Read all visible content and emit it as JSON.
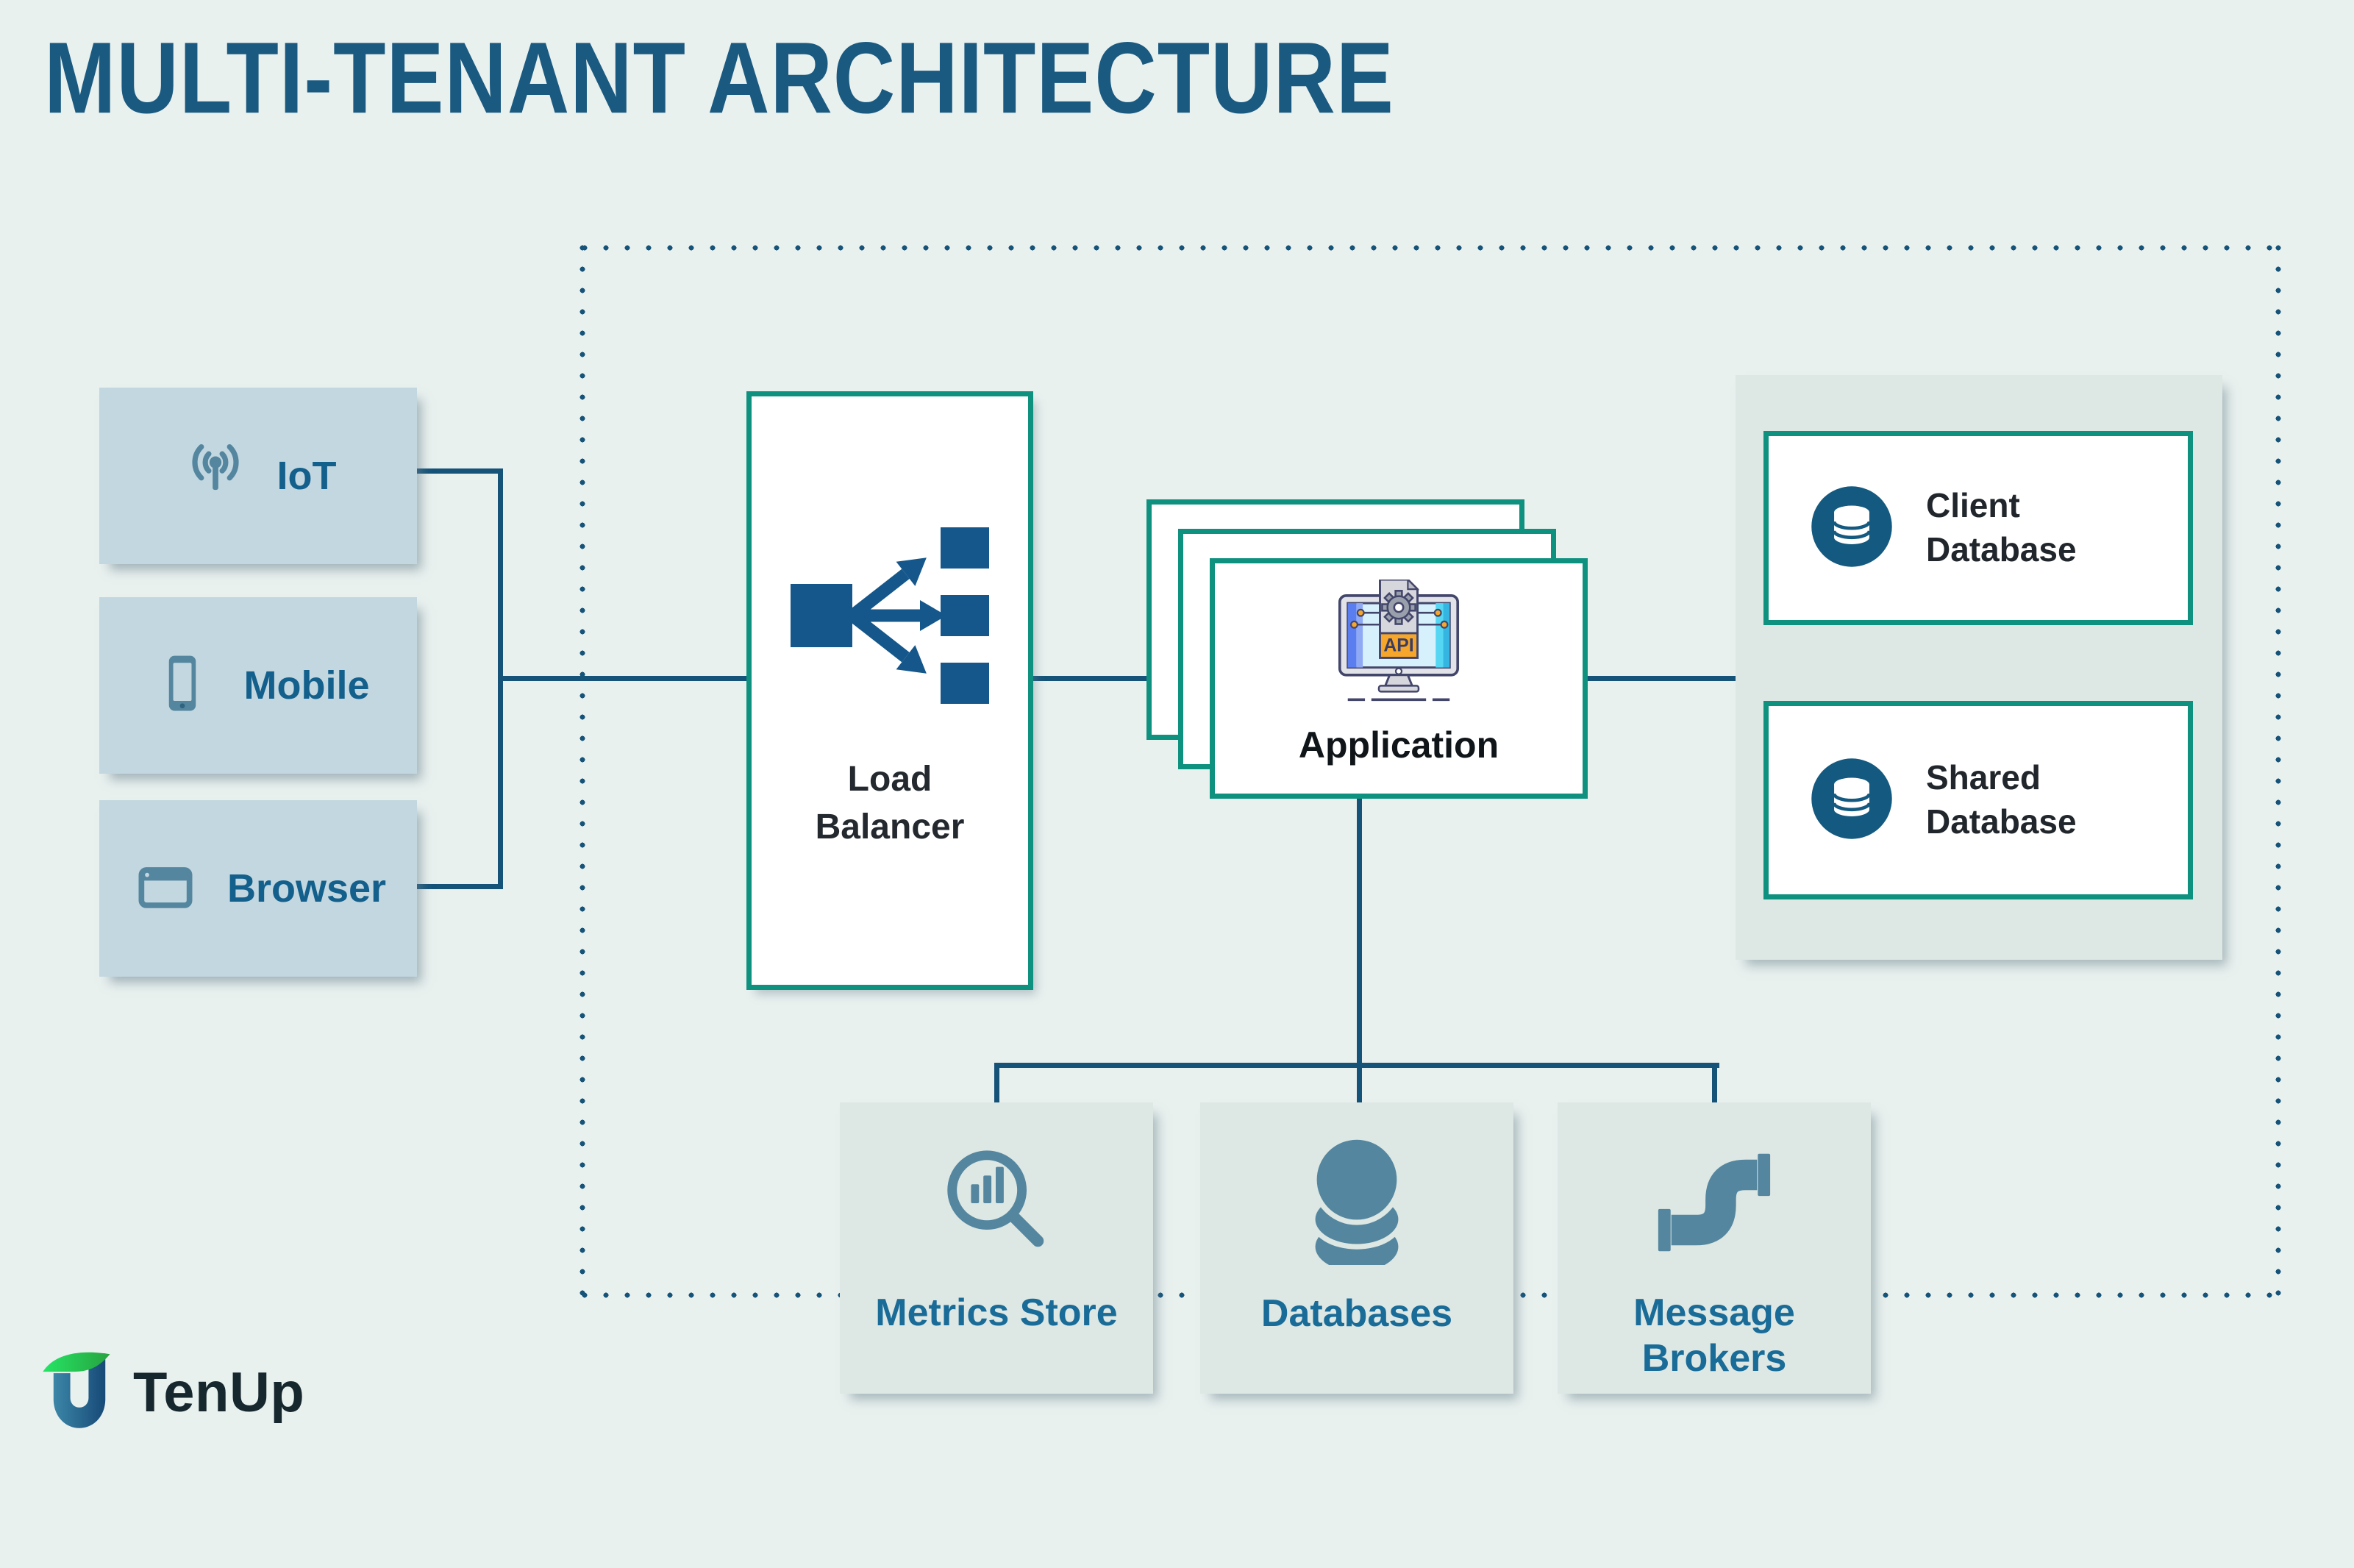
{
  "title": "MULTI-TENANT ARCHITECTURE",
  "clients": [
    {
      "label": "IoT",
      "icon": "iot-antenna-icon"
    },
    {
      "label": "Mobile",
      "icon": "mobile-phone-icon"
    },
    {
      "label": "Browser",
      "icon": "browser-window-icon"
    }
  ],
  "load_balancer": {
    "label": "Load\nBalancer",
    "icon": "load-balancer-icon"
  },
  "application": {
    "label": "Application",
    "icon": "api-monitor-icon",
    "api_badge": "API"
  },
  "database_panel": {
    "items": [
      {
        "label": "Client\nDatabase",
        "icon": "database-cylinder-icon"
      },
      {
        "label": "Shared\nDatabase",
        "icon": "database-cylinder-icon"
      }
    ]
  },
  "bottom_nodes": [
    {
      "label": "Metrics Store",
      "icon": "metrics-magnifier-icon"
    },
    {
      "label": "Databases",
      "icon": "database-stack-icon"
    },
    {
      "label": "Message\nBrokers",
      "icon": "pipeline-icon"
    }
  ],
  "logo": {
    "text": "TenUp",
    "icon": "tenup-logo-mark"
  },
  "colors": {
    "background": "#e9f1ef",
    "title_text": "#1b5a80",
    "connector": "#155379",
    "node_border_green": "#0f9180",
    "client_box_fill": "#c3d7e0",
    "client_label": "#13608c",
    "muted_panel_fill": "#dde7e3",
    "bottom_label": "#196b98",
    "icon_steel_blue": "#54869f",
    "db_circle_fill": "#14597f",
    "dark_label": "#20262b",
    "api_orange": "#f6a72b"
  }
}
